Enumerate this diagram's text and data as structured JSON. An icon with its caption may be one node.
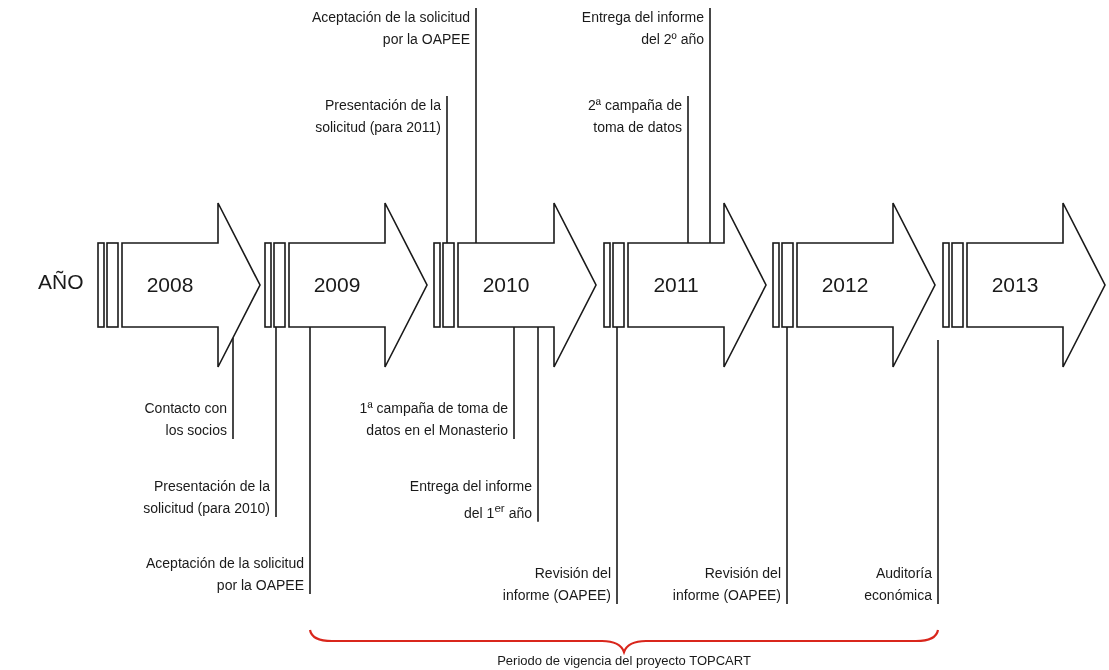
{
  "diagram": {
    "nodes": [
      {
        "text": [
          "Aceptación de la solicitud por la OAPEE"
        ]
      },
      {
        "text": [
          "Entrega del informe del 2º año"
        ]
      },
      {
        "text": [
          "Presentación de la solicitud (para 2011)"
        ]
      },
      {
        "text": [
          "2ª campaña de toma de datos"
        ]
      },
      {
        "text": [
          "2008"
        ]
      },
      {
        "text": [
          "2009"
        ]
      },
      {
        "text": [
          "2010"
        ]
      },
      {
        "text": [
          "2011"
        ]
      },
      {
        "text": [
          "2012"
        ]
      },
      {
        "text": [
          "2013"
        ]
      },
      {
        "text": [
          "Contacto con los socios"
        ]
      },
      {
        "text": [
          "1ª campaña de toma de datos en el Monasterio"
        ]
      },
      {
        "text": [
          "Presentación de la solicitud (para 2010)"
        ]
      },
      {
        "text": [
          "Entrega del informe del 1$^{er}$ año"
        ]
      },
      {
        "text": [
          "Aceptación de la solicitud por la OAPEE"
        ]
      },
      {
        "text": [
          "Revisión del informe (OAPEE)"
        ]
      },
      {
        "text": [
          "Revisión del informe (OAPEE)"
        ]
      },
      {
        "text": [
          "Auditoría económica"
        ]
      }
    ],
    "edges": [
      {
        "from": 0,
        "to": 6,
        "arrow": "none"
      },
      {
        "from": 1,
        "to": 7,
        "arrow": "none"
      },
      {
        "from": 2,
        "to": 6,
        "arrow": "none"
      },
      {
        "from": 3,
        "to": 7,
        "arrow": "none"
      },
      {
        "from": 10,
        "to": 4,
        "arrow": "none"
      },
      {
        "from": 11,
        "to": 6,
        "arrow": "none"
      },
      {
        "from": 12,
        "to": 5,
        "arrow": "none"
      },
      {
        "from": 13,
        "to": 6,
        "arrow": "none"
      },
      {
        "from": 14,
        "to": 5,
        "arrow": "none"
      },
      {
        "from": 15,
        "to": 7,
        "arrow": "none"
      },
      {
        "from": 16,
        "to": 8,
        "arrow": "none"
      },
      {
        "from": 17,
        "to": null,
        "arrow": "none"
      }
    ],
    "labels": [
      "AÑO",
      "Periodo de vigencia del proyecto TOPCART"
    ]
  }
}
